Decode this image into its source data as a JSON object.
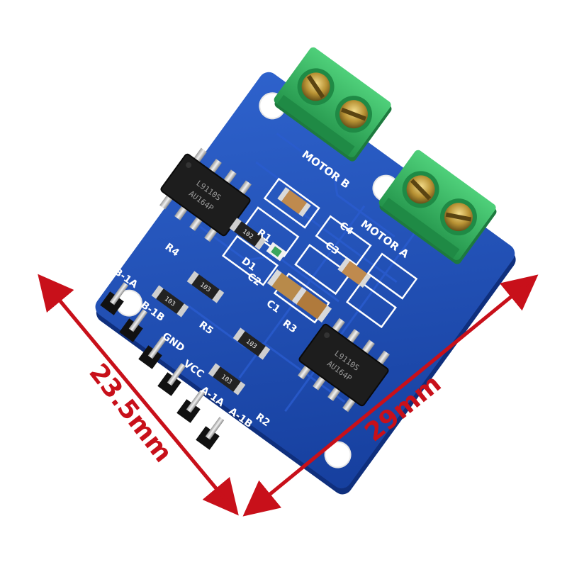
{
  "dimensions": {
    "width_label": "29mm",
    "height_label": "23.5mm"
  },
  "colors": {
    "pcb": "#1f4fb8",
    "terminal": "#2faa57",
    "arrow": "#c8101a"
  },
  "chips": [
    {
      "line1": "L9110S",
      "line2": "AU164P"
    },
    {
      "line1": "L9110S",
      "line2": "AU164P"
    }
  ],
  "headers": [
    "B-1A",
    "B-1B",
    "GND",
    "VCC",
    "A-1A",
    "A-1B"
  ],
  "terminals": [
    "MOTOR B",
    "MOTOR A"
  ],
  "components": {
    "resistors": [
      {
        "ref": "R1",
        "code": "102"
      },
      {
        "ref": "R2",
        "code": "103"
      },
      {
        "ref": "R3",
        "code": "103"
      },
      {
        "ref": "R4",
        "code": "103"
      },
      {
        "ref": "R5",
        "code": "103"
      }
    ],
    "capacitors": [
      "C1",
      "C2",
      "C3",
      "C4"
    ],
    "leds": [
      "D1"
    ]
  }
}
